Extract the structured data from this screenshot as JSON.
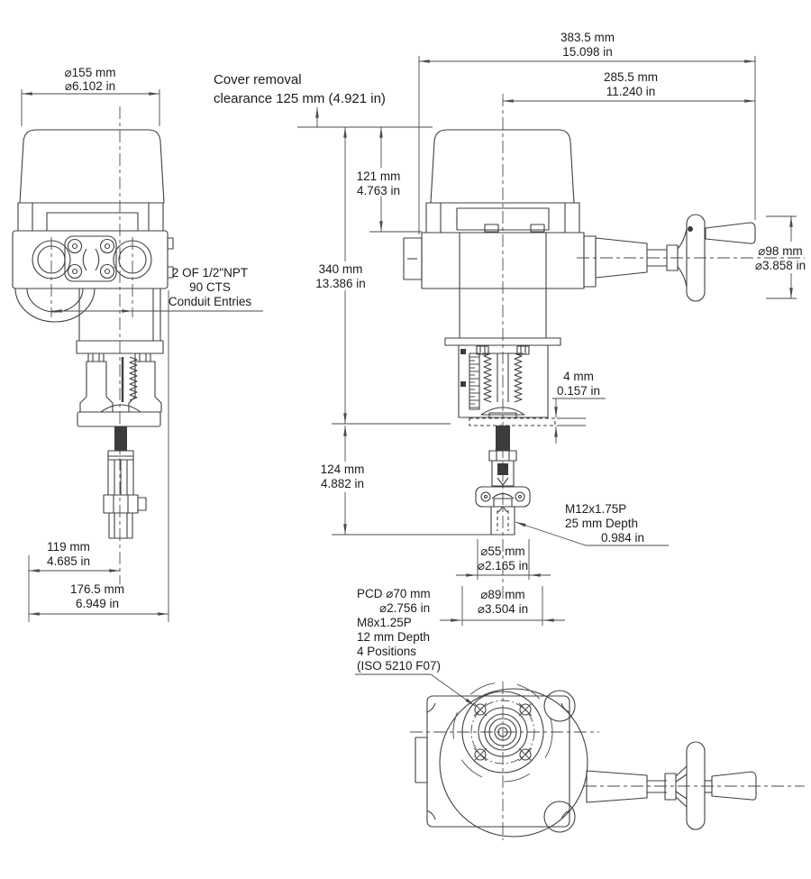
{
  "drawing": {
    "notes": {
      "cover_removal_1": "Cover removal",
      "cover_removal_2": "clearance 125 mm (4.921 in)",
      "conduit_1": "2 OF 1/2\"NPT",
      "conduit_2": "90 CTS",
      "conduit_3": "Conduit Entries",
      "stem_thread_1": "M12x1.75P",
      "stem_thread_2": "25 mm Depth",
      "stem_thread_3": "0.984 in",
      "mount_1": "PCD ⌀70 mm",
      "mount_2": "⌀2.756 in",
      "mount_3": "M8x1.25P",
      "mount_4": "12 mm Depth",
      "mount_5": "4 Positions",
      "mount_6": "(ISO 5210 F07)"
    },
    "dims": {
      "cover_dia_mm": "⌀155 mm",
      "cover_dia_in": "⌀6.102 in",
      "overall_mm": "383.5 mm",
      "overall_in": "15.098 in",
      "handle_mm": "285.5 mm",
      "handle_in": "11.240 in",
      "cover_h_mm": "121 mm",
      "cover_h_in": "4.763 in",
      "h340_mm": "340 mm",
      "h340_in": "13.386 in",
      "wheel_mm": "⌀98 mm",
      "wheel_in": "⌀3.858 in",
      "gap_mm": "4 mm",
      "gap_in": "0.157 in",
      "h124_mm": "124 mm",
      "h124_in": "4.882 in",
      "d55_mm": "⌀55 mm",
      "d55_in": "⌀2.165 in",
      "d89_mm": "⌀89 mm",
      "d89_in": "⌀3.504 in",
      "w119_mm": "119 mm",
      "w119_in": "4.685 in",
      "w176_mm": "176.5 mm",
      "w176_in": "6.949 in"
    },
    "colors": {
      "line": "#3f3f3f",
      "text": "#1b1b1b",
      "background": "#ffffff"
    }
  }
}
